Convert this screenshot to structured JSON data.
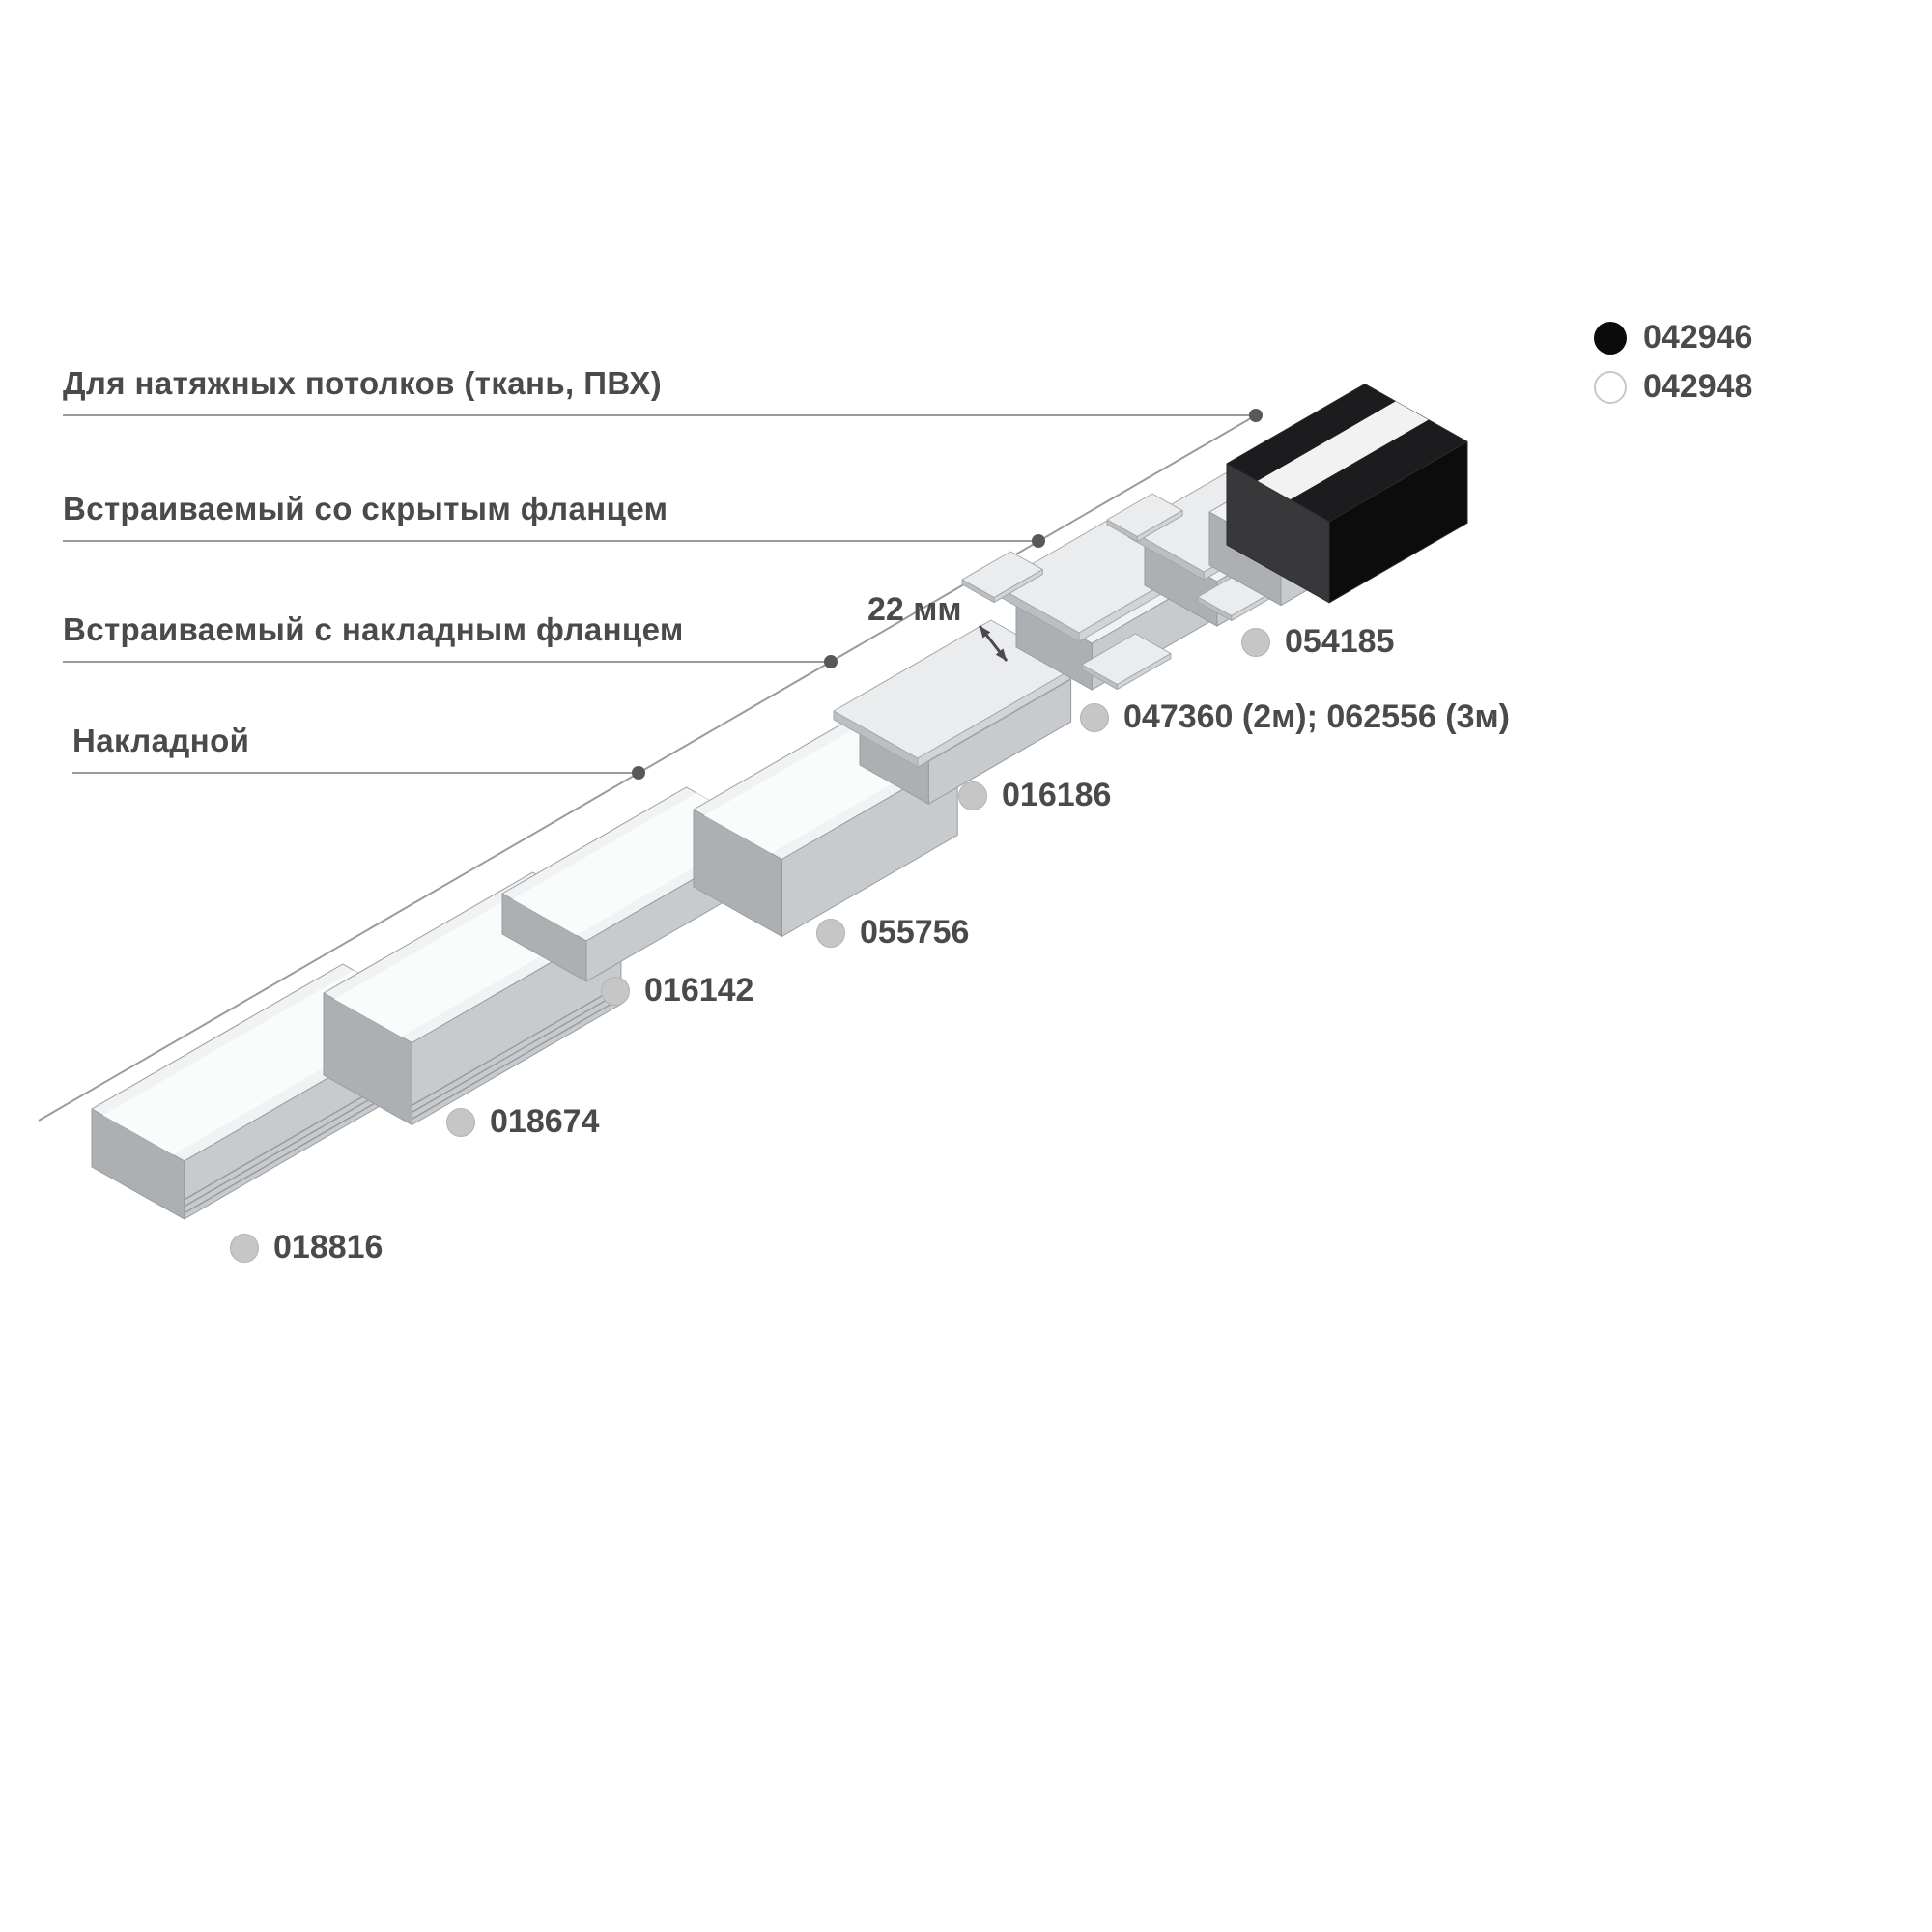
{
  "legend": {
    "items": [
      {
        "code": "042946",
        "marker": "black"
      },
      {
        "code": "042948",
        "marker": "white"
      }
    ]
  },
  "categories": [
    {
      "label": "Для натяжных потолков (ткань, ПВХ)"
    },
    {
      "label": "Встраиваемый со скрытым фланцем"
    },
    {
      "label": "Встраиваемый с накладным фланцем"
    },
    {
      "label": "Накладной"
    }
  ],
  "dimension_label": "22 мм",
  "products": [
    {
      "code": "054185"
    },
    {
      "code": "047360 (2м); 062556 (3м)"
    },
    {
      "code": "016186"
    },
    {
      "code": "055756"
    },
    {
      "code": "016142"
    },
    {
      "code": "018674"
    },
    {
      "code": "018816"
    }
  ],
  "colors": {
    "text": "#4a4a4d",
    "guide_line": "#9b9b9b",
    "marker_gray": "#c6c6c6",
    "profile_silver": "#c7cbce",
    "profile_black": "#111111"
  }
}
